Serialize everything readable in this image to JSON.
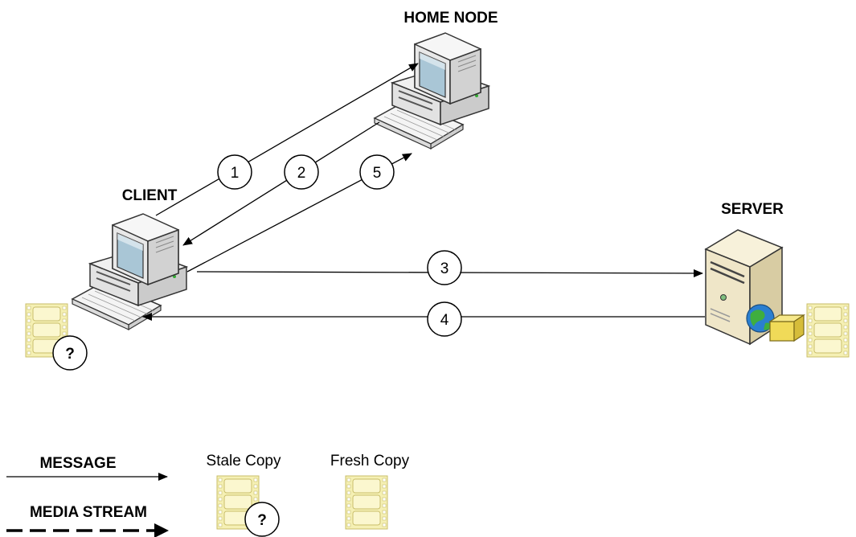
{
  "nodes": {
    "home_node": "HOME NODE",
    "client": "CLIENT",
    "server": "SERVER"
  },
  "steps": [
    "1",
    "2",
    "3",
    "4",
    "5"
  ],
  "legend": {
    "message": "MESSAGE",
    "media_stream": "MEDIA STREAM",
    "stale_copy": "Stale Copy",
    "fresh_copy": "Fresh Copy",
    "stale_marker": "?"
  },
  "client_copy_marker": "?",
  "icons": {
    "workstation": "desktop-computer-icon",
    "server": "web-server-icon",
    "media": "film-strip-icon"
  },
  "colors": {
    "line": "#000000",
    "film": "#f5f0b4",
    "film_edge": "#c9be6a",
    "monitor_body": "#f2f2f2",
    "screen": "#a9c6d6",
    "server_body": "#efe6c8",
    "globe": "#2a7fd0"
  }
}
